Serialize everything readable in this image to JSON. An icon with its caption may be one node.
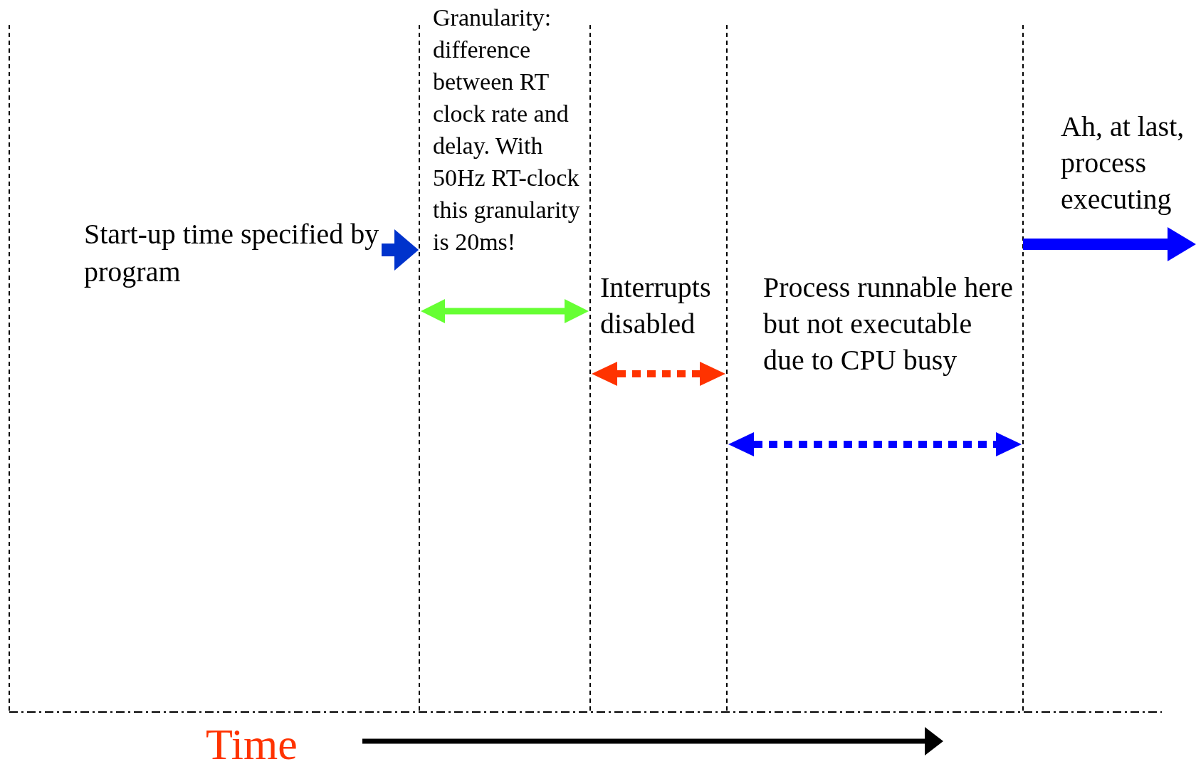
{
  "diagram": {
    "labels": [
      "Granularity: difference between RT clock rate and delay. With 50Hz RT-clock this granularity is 20ms!",
      "Ah, at last, process executing",
      "Start-up time specified by program",
      "Interrupts disabled",
      "Process runnable here but not executable due to CPU busy",
      "Time"
    ]
  }
}
